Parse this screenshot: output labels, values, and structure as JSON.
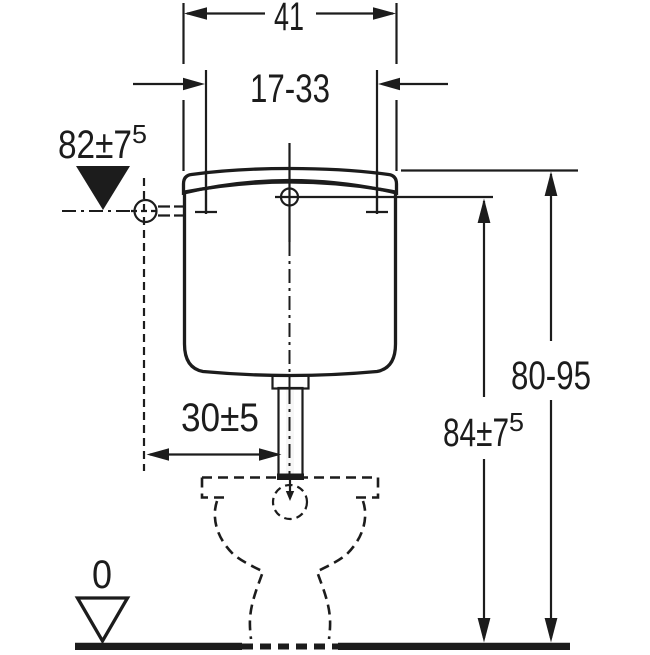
{
  "drawing": {
    "labels": {
      "cistern_width": "41",
      "mount_spacing": "17-33",
      "supply_height": {
        "base": "82±7",
        "sup": "5"
      },
      "pipe_offset": "30±5",
      "height_range": "80-95",
      "install_height": {
        "base": "84±7",
        "sup": "5"
      },
      "floor_datum": "0"
    },
    "colors": {
      "line": "#1c1c1c",
      "cistern_fill": "#e7e7e7",
      "pipe_highlight": "#f6f6f6",
      "background": "#ffffff"
    }
  }
}
